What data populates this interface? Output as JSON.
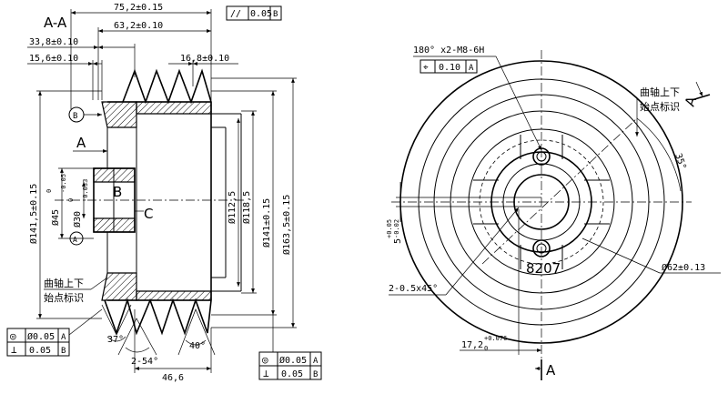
{
  "left_view": {
    "section_title": "A-A",
    "dims": {
      "d75": "75,2±0.15",
      "d63": "63,2±0.10",
      "d33": "33,8±0.10",
      "d15": "15,6±0.10",
      "d16": "16,8±0.10",
      "d46": "46,6",
      "d141_left": "Ø141,5±0.15",
      "d45": "Ø45",
      "d45_tol_up": "0",
      "d45_tol_low": "-0.05",
      "d30": "Ø30",
      "d30_tol_up": "0",
      "d30_tol_low": "-0.033",
      "d112": "Ø112,5",
      "d118": "Ø118,5",
      "d141_right": "Ø141±0.15",
      "d163": "Ø163,5±0.15",
      "angle37": "37°",
      "angle54": "2-54°",
      "angle40": "40°"
    },
    "datum_labels": {
      "A": "A",
      "B": "B",
      "C": "C",
      "circle_B": "B",
      "circle_A": "A"
    },
    "marks_note_line1": "曲轴上下",
    "marks_note_line2": "始点标识",
    "fcf_top": {
      "symbol": "//",
      "value": "0.05",
      "datum": "B"
    },
    "fcf_bottom_left": [
      {
        "symbol": "◎",
        "value": "Ø0.05",
        "datum": "A"
      },
      {
        "symbol": "⊥",
        "value": "0.05",
        "datum": "B"
      }
    ],
    "fcf_bottom_right": [
      {
        "symbol": "◎",
        "value": "Ø0.05",
        "datum": "A"
      },
      {
        "symbol": "⊥",
        "value": "0.05",
        "datum": "B"
      }
    ]
  },
  "right_view": {
    "holes_note": "180° x2-M8-6H",
    "fcf_holes": {
      "symbol": "⌖",
      "value": "0.10",
      "datum": "A"
    },
    "marks_note_line1": "曲轴上下",
    "marks_note_line2": "始点标识",
    "angle35": "35°",
    "section_letter_top": "A",
    "section_letter_bottom": "A",
    "d62": "Ø62±0.13",
    "part_code": "8207",
    "chamfer": "2-0.5x45°",
    "d5": "5",
    "d5_tol_up": "+0.05",
    "d5_tol_low": "-0.02",
    "d17": "17,2",
    "d17_tol_up": "+0.076",
    "d17_tol_low": "0"
  }
}
